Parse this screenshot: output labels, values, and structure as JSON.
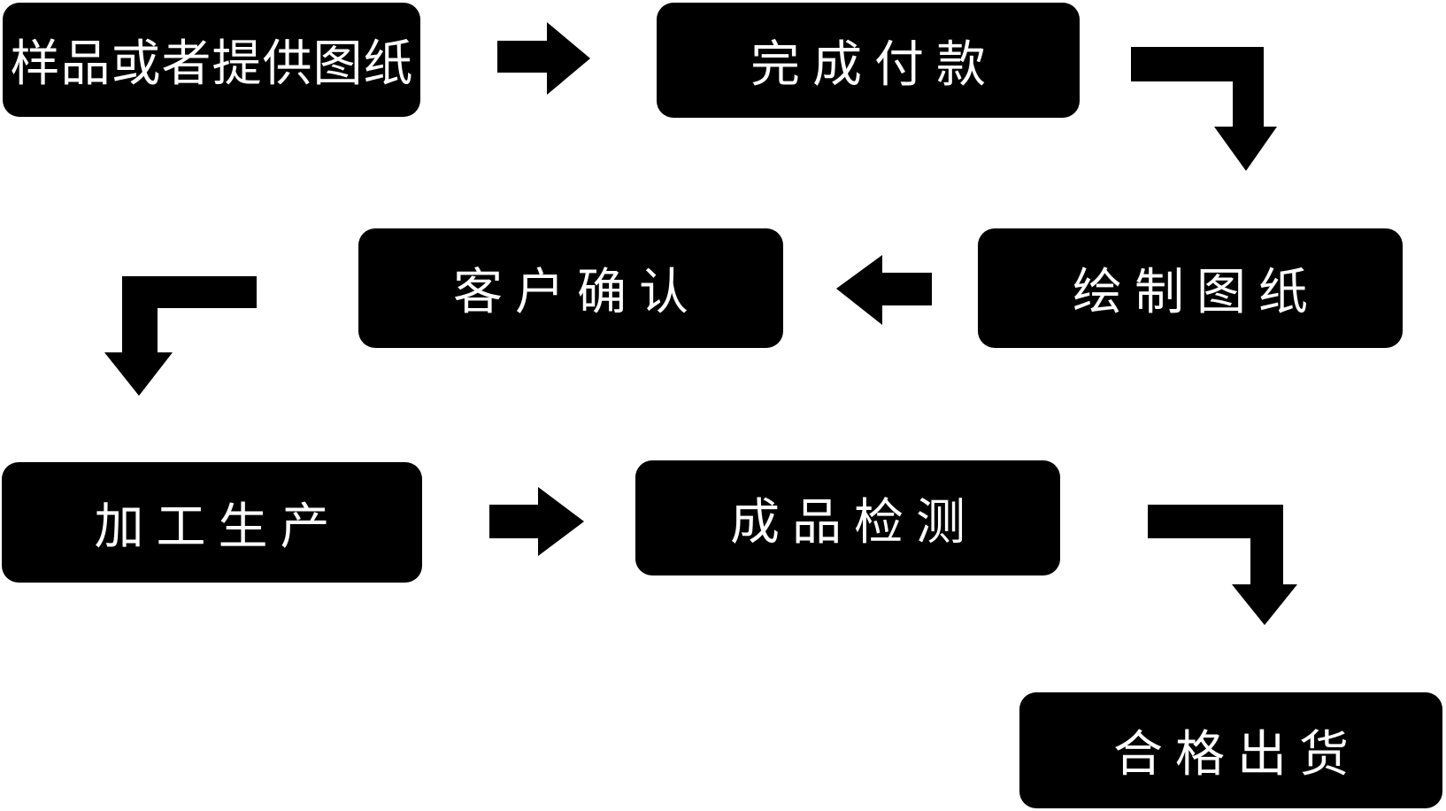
{
  "diagram": {
    "type": "flowchart",
    "background_color": "#ffffff",
    "node_fill_color": "#000000",
    "node_text_color": "#ffffff",
    "arrow_color": "#000000",
    "nodes": [
      {
        "id": "step-1",
        "label": "样品或者提供图纸"
      },
      {
        "id": "step-2",
        "label": "完成付款"
      },
      {
        "id": "step-3",
        "label": "绘制图纸"
      },
      {
        "id": "step-4",
        "label": "客户确认"
      },
      {
        "id": "step-5",
        "label": "加工生产"
      },
      {
        "id": "step-6",
        "label": "成品检测"
      },
      {
        "id": "step-7",
        "label": "合格出货"
      }
    ],
    "edges": [
      {
        "from": "step-1",
        "to": "step-2",
        "arrow": "right"
      },
      {
        "from": "step-2",
        "to": "step-3",
        "arrow": "elbow-down-right"
      },
      {
        "from": "step-3",
        "to": "step-4",
        "arrow": "left"
      },
      {
        "from": "step-4",
        "to": "step-5",
        "arrow": "elbow-down-left"
      },
      {
        "from": "step-5",
        "to": "step-6",
        "arrow": "right"
      },
      {
        "from": "step-6",
        "to": "step-7",
        "arrow": "elbow-down-right"
      }
    ]
  }
}
